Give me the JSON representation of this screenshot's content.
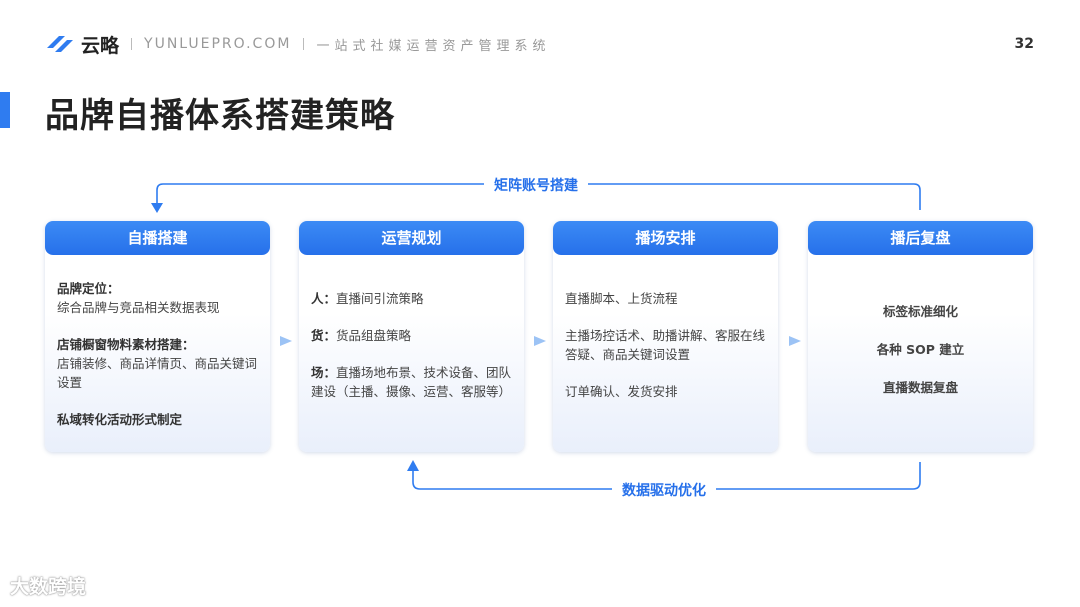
{
  "header": {
    "brand": "云略",
    "site": "YUNLUEPRO.COM",
    "slogan": "一站式社媒运营资产管理系统",
    "page_number": "32"
  },
  "title": "品牌自播体系搭建策略",
  "loop_top_label": "矩阵账号搭建",
  "loop_bottom_label": "数据驱动优化",
  "cards": [
    {
      "title": "自播搭建",
      "items": [
        {
          "heading": "品牌定位：",
          "text": "综合品牌与竞品相关数据表现"
        },
        {
          "heading": "店铺橱窗物料素材搭建：",
          "text": "店铺装修、商品详情页、商品关键词设置"
        },
        {
          "heading": "私域转化活动形式制定",
          "text": ""
        }
      ]
    },
    {
      "title": "运营规划",
      "items": [
        {
          "heading": "人：",
          "text": "直播间引流策略"
        },
        {
          "heading": "货：",
          "text": "货品组盘策略"
        },
        {
          "heading": "场：",
          "text": "直播场地布景、技术设备、团队建设（主播、摄像、运营、客服等）"
        }
      ]
    },
    {
      "title": "播场安排",
      "items": [
        {
          "text": "直播脚本、上货流程"
        },
        {
          "text": "主播场控话术、助播讲解、客服在线答疑、商品关键词设置"
        },
        {
          "text": "订单确认、发货安排"
        }
      ]
    },
    {
      "title": "播后复盘",
      "items": [
        {
          "text": "标签标准细化"
        },
        {
          "text": "各种 SOP 建立"
        },
        {
          "text": "直播数据复盘"
        }
      ]
    }
  ],
  "watermark": "大数跨境",
  "colors": {
    "accent": "#2f7cf0",
    "arrow": "#9cc3f5"
  }
}
